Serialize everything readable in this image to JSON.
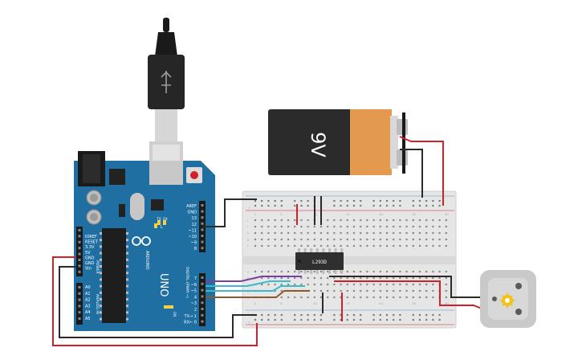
{
  "battery": {
    "label": "9V",
    "body_color": "#2b2b2b",
    "cap_color": "#e39a4f"
  },
  "ic": {
    "label": "L293D",
    "color": "#2f2f2f"
  },
  "arduino": {
    "board_color": "#1f6fa3",
    "logo_text": "UNO",
    "brand_text": "ARDUINO",
    "top_header_labels": [
      "AREF",
      "GND",
      "13",
      "12",
      "~11",
      "~10",
      "~9",
      "8"
    ],
    "digital_header_labels": [
      "7",
      "~6",
      "~5",
      "4",
      "~3",
      "2",
      "TX→ 1",
      "RX← 0"
    ],
    "digital_title": "DIGITAL (PWM ~)",
    "power_labels": [
      "IOREF",
      "RESET",
      "3.3V",
      "5V",
      "GND",
      "GND",
      "Vin"
    ],
    "power_title": "POWER",
    "analog_labels": [
      "A0",
      "A1",
      "A2",
      "A3",
      "A4",
      "A5"
    ],
    "analog_title": "ANALOG IN",
    "led_labels": [
      "TX",
      "RX"
    ],
    "on_label": "ON",
    "l_label": "L"
  },
  "breadboard": {
    "row_letters_top": [
      "j",
      "i",
      "h",
      "g",
      "f"
    ],
    "row_letters_bottom": [
      "e",
      "d",
      "c",
      "b",
      "a"
    ],
    "column_numbers": [
      "1",
      "5",
      "10",
      "15",
      "20",
      "25",
      "30"
    ],
    "rail_plus": "+",
    "rail_minus": "-"
  },
  "motor": {
    "body_color": "#c9c9c9",
    "gear_color": "#f2c21b"
  },
  "wire_colors": {
    "red": "#d0202a",
    "black": "#2a2a2a",
    "purple": "#7b3fa0",
    "cyan": "#3fb8c8",
    "brown": "#8a5a2b"
  }
}
